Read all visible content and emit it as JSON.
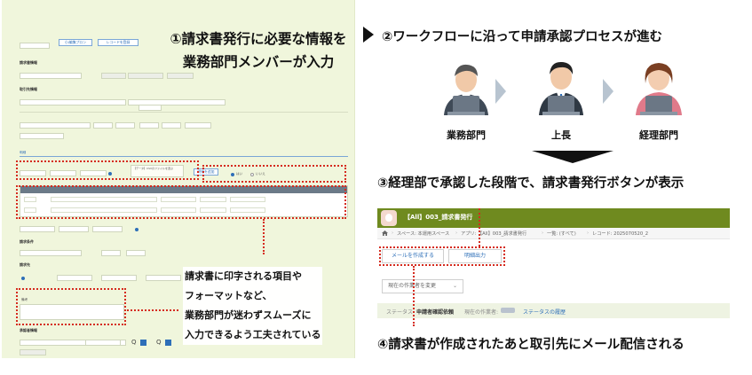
{
  "captions": {
    "step1_line1": "①請求書発行に必要な情報を",
    "step1_line2": "業務部門メンバーが入力",
    "note_line1": "請求書に印字される項目や",
    "note_line2": "フォーマットなど、",
    "note_line3": "業務部門が迷わずスムーズに",
    "note_line4": "入力できるよう工夫されている",
    "step2": "②ワークフローに沿って申請承認プロセスが進む",
    "step3": "③経理部で承認した段階で、請求書発行ボタンが表示",
    "step4": "④請求書が作成されたあと取引先にメール配信される"
  },
  "workflow": {
    "roles": [
      "業務部門",
      "上長",
      "経理部門"
    ]
  },
  "form_panel": {
    "button_left": "小/編集プロン",
    "button_right": "レコードを登録",
    "section_invoice": "請求書情報",
    "section_customer": "取引先情報",
    "section_billing": "請求条件",
    "section_account": "請求先",
    "section_approval": "承認者情報",
    "tab_label": "明細",
    "upload_hint": "【データ】CSVのファイルを選ぶ",
    "upload_button": "明細を追加",
    "radio_yes": "はい",
    "radio_no": "いいえ",
    "memo_label": "備考",
    "search_glyph": "Q"
  },
  "app": {
    "title": "【All】003_請求書発行",
    "breadcrumb": [
      "スペース: 本運用スペース",
      "アプリ: 【All】003_請求書発行",
      "一覧: (すべて)",
      "レコード: 2025070520_2"
    ],
    "buttons": {
      "create_mail": "メールを作成する",
      "detail_output": "明細出力",
      "change_assignee": "現在の作業者を変更"
    },
    "status": {
      "label": "ステータス",
      "value": "申請者確認依頼",
      "assignee_label": "現在の作業者:",
      "history_link": "ステータスの履歴"
    }
  },
  "colors": {
    "accent_red": "#d52b1e",
    "app_bar": "#6f8a1f",
    "link_blue": "#2e6fb8",
    "form_bg": "#f0f6dc"
  }
}
